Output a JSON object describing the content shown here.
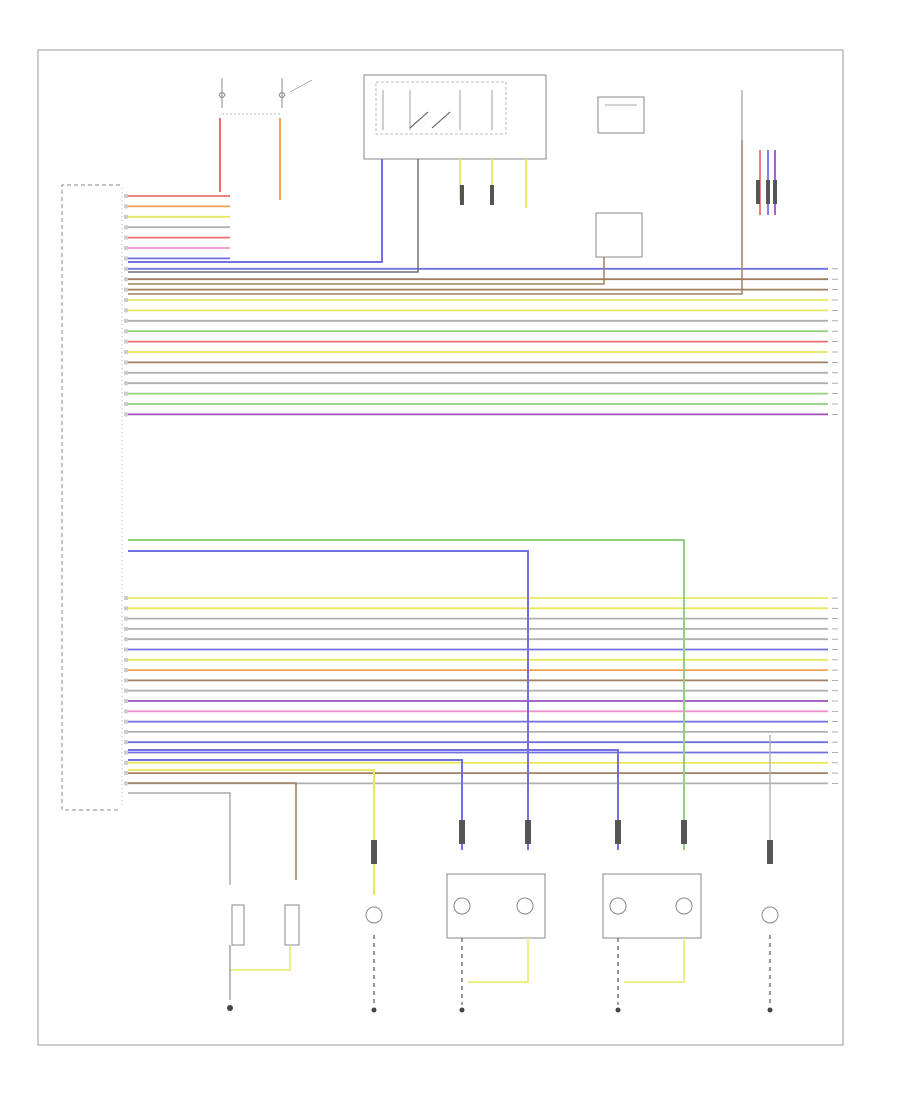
{
  "frame": {
    "corner_code": ""
  },
  "colors": {
    "red": "#e87070",
    "orange": "#f0a050",
    "yellow": "#e8e860",
    "green": "#90d080",
    "blue": "#7070e0",
    "violet": "#a050c0",
    "brown": "#a08060",
    "pink": "#f090d0",
    "gray": "#b0b0b0",
    "black": "#333333"
  },
  "fuse_labels": [
    {
      "id": "fuse-a",
      "lines": [
        "",
        "",
        ""
      ]
    },
    {
      "id": "fuse-b",
      "lines": [
        "",
        "",
        ""
      ]
    }
  ],
  "top_modules": {
    "center_switch": {
      "title": ""
    },
    "right_switch": {
      "title": ""
    },
    "far_right": {
      "title": ""
    }
  },
  "connectors": {
    "left_main": {
      "caption_lines": [
        "",
        ""
      ]
    }
  },
  "upper_bus": [
    {
      "color": "red"
    },
    {
      "color": "orange"
    },
    {
      "color": "yellow"
    },
    {
      "color": "gray"
    },
    {
      "color": "red"
    },
    {
      "color": "pink"
    },
    {
      "color": "blue"
    },
    {
      "color": "blue"
    },
    {
      "color": "brown"
    },
    {
      "color": "brown"
    },
    {
      "color": "yellow"
    },
    {
      "color": "yellow"
    },
    {
      "color": "gray"
    },
    {
      "color": "green"
    },
    {
      "color": "red"
    },
    {
      "color": "yellow"
    },
    {
      "color": "brown"
    },
    {
      "color": "gray"
    },
    {
      "color": "gray"
    },
    {
      "color": "green"
    },
    {
      "color": "green"
    },
    {
      "color": "violet"
    }
  ],
  "lower_bus": [
    {
      "color": "green"
    },
    {
      "color": "blue"
    },
    {
      "color": "yellow"
    },
    {
      "color": "yellow"
    },
    {
      "color": "gray"
    },
    {
      "color": "gray"
    },
    {
      "color": "gray"
    },
    {
      "color": "blue"
    },
    {
      "color": "yellow"
    },
    {
      "color": "orange"
    },
    {
      "color": "brown"
    },
    {
      "color": "gray"
    },
    {
      "color": "violet"
    },
    {
      "color": "pink"
    },
    {
      "color": "blue"
    },
    {
      "color": "gray"
    },
    {
      "color": "blue"
    },
    {
      "color": "blue"
    },
    {
      "color": "yellow"
    },
    {
      "color": "brown"
    },
    {
      "color": "gray"
    }
  ],
  "bottom_components": [
    {
      "id": "ground-left",
      "caption_lines": [
        "",
        "",
        ""
      ]
    },
    {
      "id": "lamp-single-1",
      "caption_lines": [
        "",
        ""
      ]
    },
    {
      "id": "module-left",
      "caption_lines": [
        "",
        ""
      ]
    },
    {
      "id": "module-right",
      "caption_lines": [
        "",
        ""
      ]
    },
    {
      "id": "lamp-single-2",
      "caption_lines": [
        "",
        ""
      ]
    }
  ]
}
